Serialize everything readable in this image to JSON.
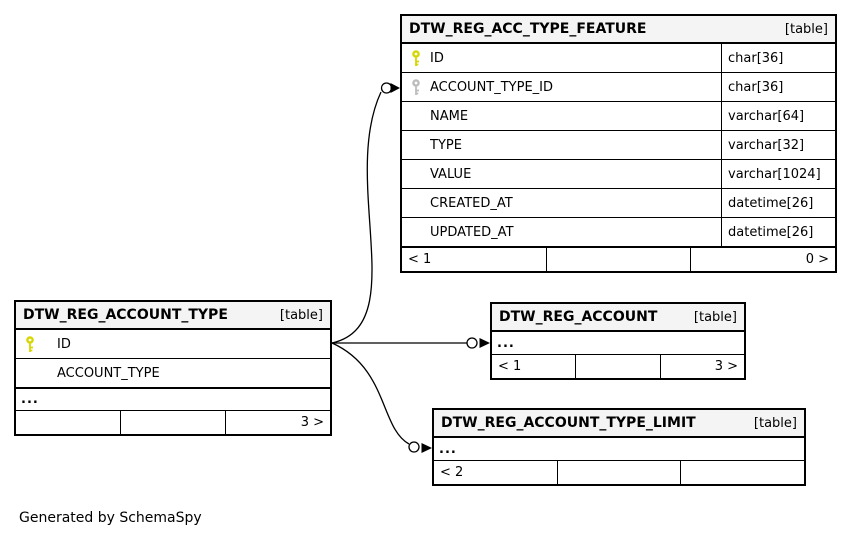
{
  "diagram": {
    "credit": "Generated by SchemaSpy"
  },
  "colors": {
    "line": "#000000",
    "header_bg": "#f4f4f4",
    "primary_key": "#d6d600",
    "foreign_key": "#bdbdbd"
  },
  "tables": {
    "feature": {
      "name": "DTW_REG_ACC_TYPE_FEATURE",
      "tag": "[table]",
      "columns": [
        {
          "name": "ID",
          "type": "char[36]",
          "key": "primary"
        },
        {
          "name": "ACCOUNT_TYPE_ID",
          "type": "char[36]",
          "key": "foreign"
        },
        {
          "name": "NAME",
          "type": "varchar[64]",
          "key": ""
        },
        {
          "name": "TYPE",
          "type": "varchar[32]",
          "key": ""
        },
        {
          "name": "VALUE",
          "type": "varchar[1024]",
          "key": ""
        },
        {
          "name": "CREATED_AT",
          "type": "datetime[26]",
          "key": ""
        },
        {
          "name": "UPDATED_AT",
          "type": "datetime[26]",
          "key": ""
        }
      ],
      "footer": {
        "left": "< 1",
        "center": "",
        "right": "0 >"
      }
    },
    "account_type": {
      "name": "DTW_REG_ACCOUNT_TYPE",
      "tag": "[table]",
      "columns": [
        {
          "name": "ID",
          "key": "primary"
        },
        {
          "name": "ACCOUNT_TYPE",
          "key": ""
        }
      ],
      "ellipsis": "...",
      "footer": {
        "left": "",
        "center": "",
        "right": "3 >"
      }
    },
    "account": {
      "name": "DTW_REG_ACCOUNT",
      "tag": "[table]",
      "ellipsis": "...",
      "footer": {
        "left": "< 1",
        "center": "",
        "right": "3 >"
      }
    },
    "account_type_limit": {
      "name": "DTW_REG_ACCOUNT_TYPE_LIMIT",
      "tag": "[table]",
      "ellipsis": "...",
      "footer": {
        "left": "< 2",
        "center": "",
        "right": ""
      }
    }
  }
}
